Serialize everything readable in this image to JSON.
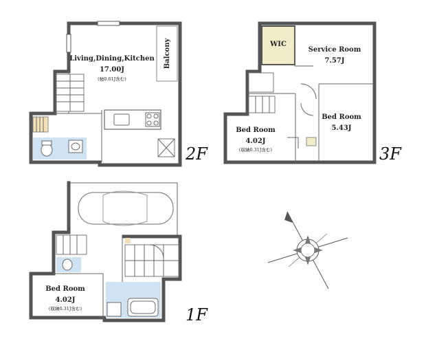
{
  "floors": {
    "f2": {
      "label": "2F",
      "ldk": {
        "name": "Living,Dining,Kitchen",
        "area": "17.00J",
        "note": "(帖0.61J含む)"
      },
      "balcony": {
        "name": "Balcony"
      }
    },
    "f3": {
      "label": "3F",
      "wic": {
        "name": "WIC"
      },
      "service": {
        "name": "Service Room",
        "area": "7.57J"
      },
      "bed_a": {
        "name": "Bed Room",
        "area": "5.43J"
      },
      "bed_b": {
        "name": "Bed Room",
        "area": "4.02J",
        "note": "(収納0.31J含む)"
      }
    },
    "f1": {
      "label": "1F",
      "bed": {
        "name": "Bed Room",
        "area": "4.02J",
        "note": "(収納0.31J含む)"
      }
    }
  },
  "colors": {
    "wall": "#555555",
    "wet_area": "#cfe3f3",
    "wic_fill": "#f3ecc8",
    "stair_accent": "#f0e2b6"
  },
  "icons": [
    "car-icon",
    "north-compass-icon",
    "toilet-icon",
    "bathtub-icon",
    "sink-icon",
    "stove-icon"
  ]
}
